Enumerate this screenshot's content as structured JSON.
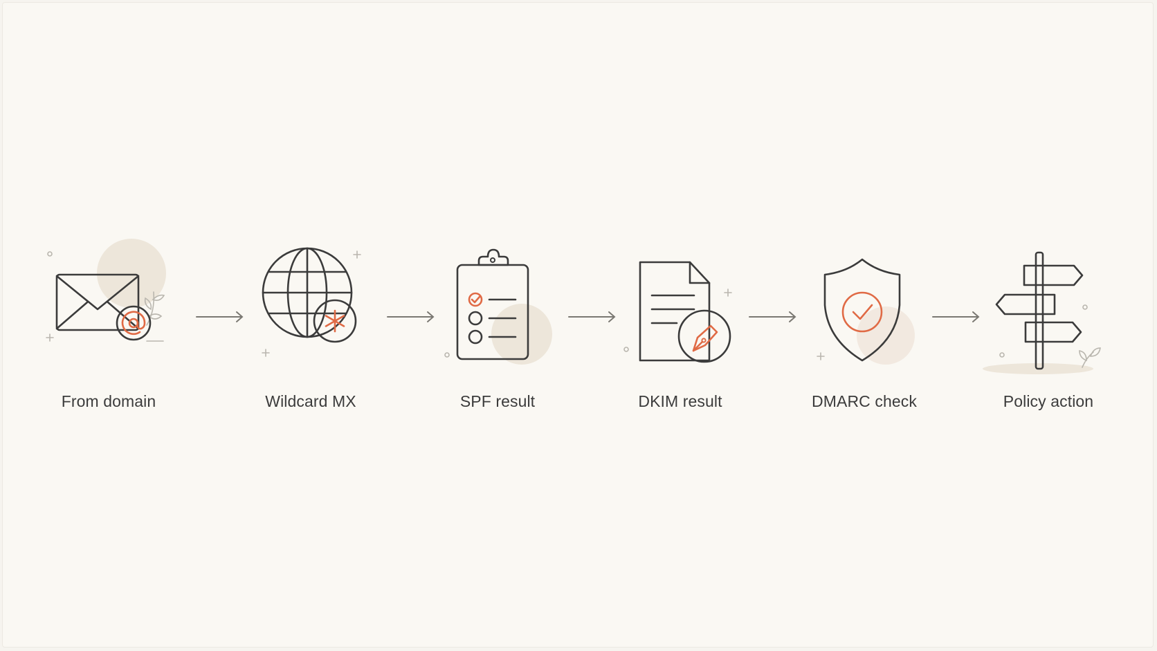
{
  "colors": {
    "ink": "#3b3b3b",
    "accent": "#e06a45",
    "blob": "#ede6da",
    "background": "#faf8f3"
  },
  "steps": [
    {
      "label": "From domain",
      "icon": "envelope-at-icon"
    },
    {
      "label": "Wildcard MX",
      "icon": "globe-asterisk-icon"
    },
    {
      "label": "SPF result",
      "icon": "clipboard-checklist-icon"
    },
    {
      "label": "DKIM result",
      "icon": "document-pen-icon"
    },
    {
      "label": "DMARC check",
      "icon": "shield-check-icon"
    },
    {
      "label": "Policy action",
      "icon": "signpost-icon"
    }
  ]
}
